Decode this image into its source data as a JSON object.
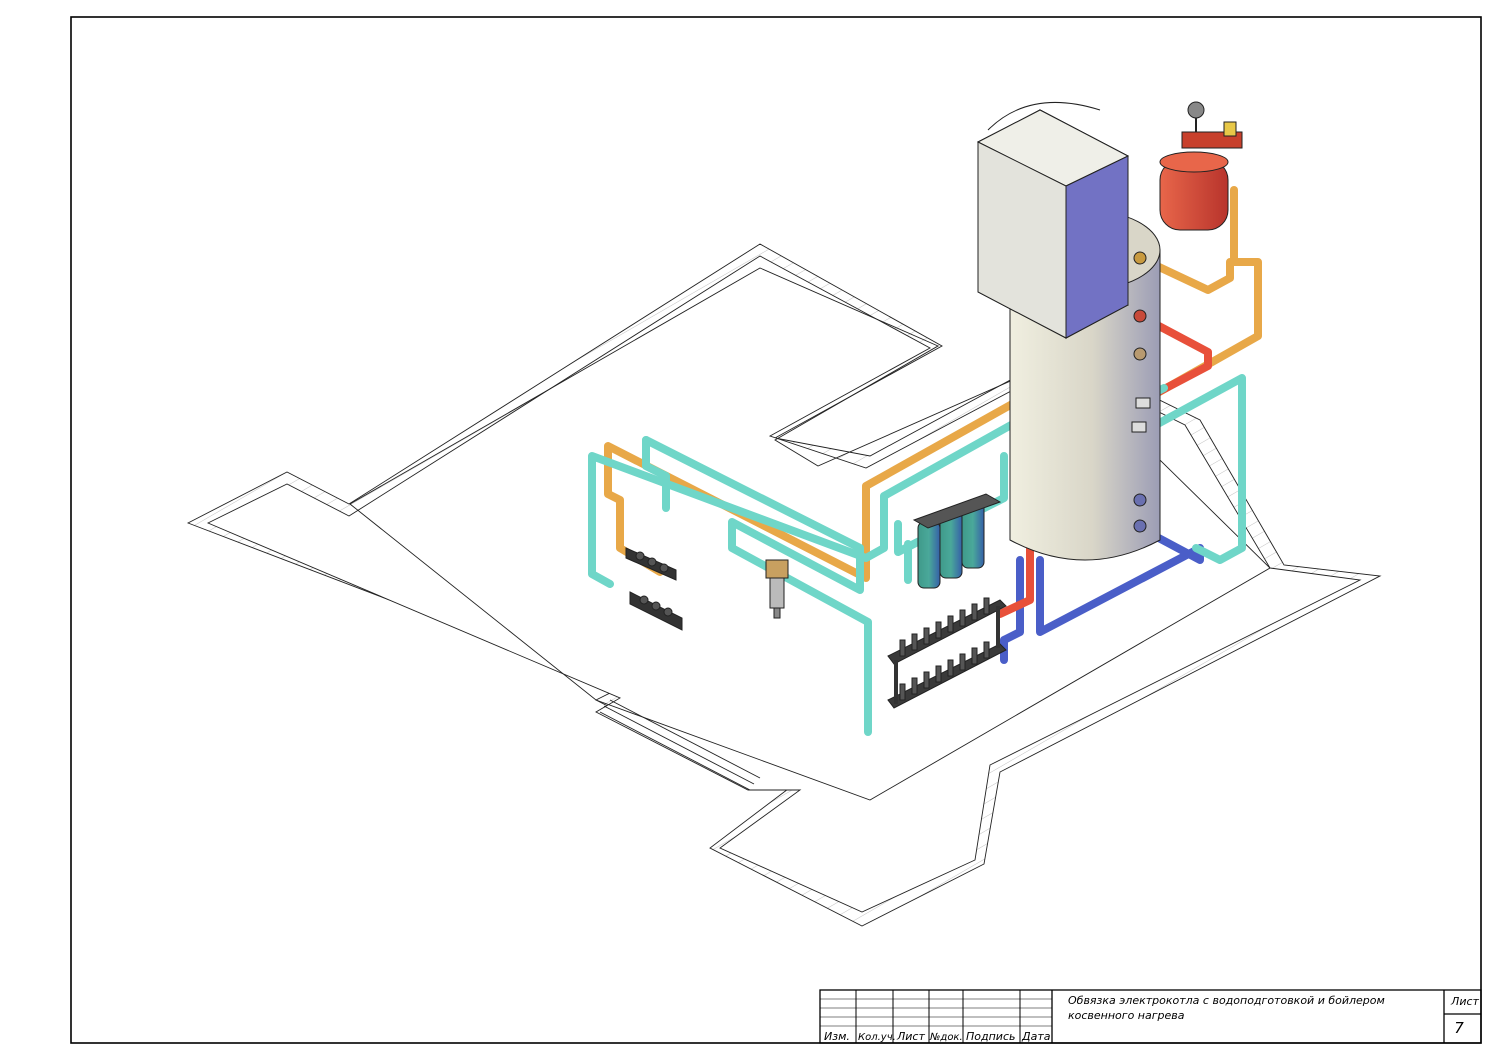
{
  "drawing": {
    "sheet_label": "Лист",
    "sheet_number": "7",
    "title_line1": "Обвязка электрокотла с водоподготовкой и бойлером",
    "title_line2": "косвенного нагрева"
  },
  "title_block_columns": [
    "Изм.",
    "Кол.уч.",
    "Лист",
    "№док.",
    "Подпись",
    "Дата"
  ],
  "colors": {
    "hot_supply": "#e8503a",
    "heating_supply": "#e8a848",
    "cold_water": "#6fd6c8",
    "return": "#4a5ec8",
    "boiler_body_front": "#7272c4",
    "boiler_body_side": "#e3e3dc",
    "tank_light": "#e8e8dc",
    "tank_dark": "#9fa0b8",
    "expansion_tank": "#e35a42",
    "filter": "#3f9a8a",
    "manifold": "#3a3a3a"
  }
}
